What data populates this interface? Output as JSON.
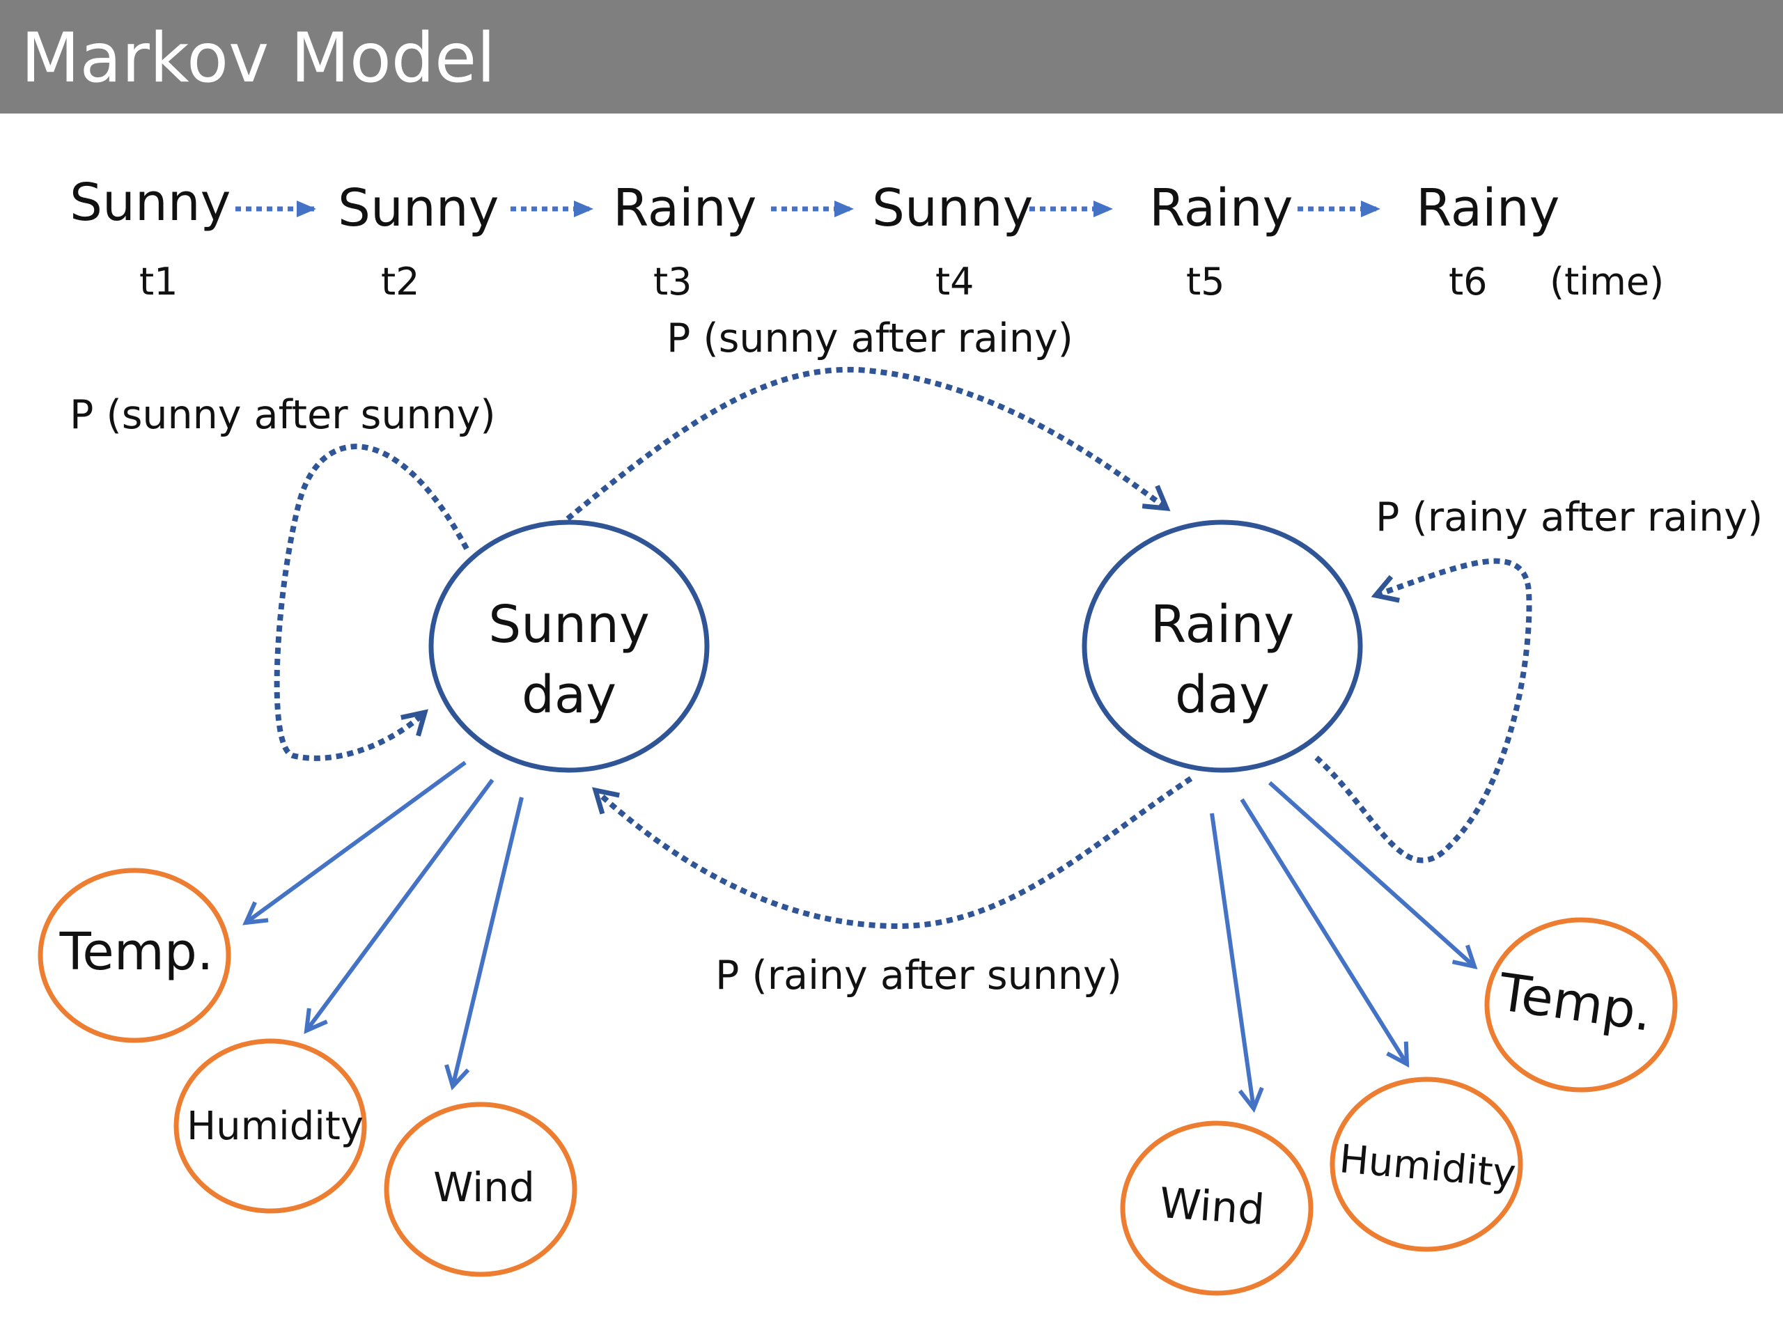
{
  "title": "Markov Model",
  "sequence": {
    "states": [
      "Sunny",
      "Sunny",
      "Rainy",
      "Sunny",
      "Rainy",
      "Rainy"
    ],
    "times": [
      "t1",
      "t2",
      "t3",
      "t4",
      "t5",
      "t6"
    ],
    "time_label": "(time)"
  },
  "states": {
    "sunny": {
      "line1": "Sunny",
      "line2": "day"
    },
    "rainy": {
      "line1": "Rainy",
      "line2": "day"
    }
  },
  "transitions": {
    "sunny_after_sunny": "P (sunny after sunny)",
    "sunny_after_rainy": "P (sunny after rainy)",
    "rainy_after_rainy": "P (rainy after rainy)",
    "rainy_after_sunny": "P (rainy after sunny)"
  },
  "observations": {
    "temp": "Temp.",
    "humidity": "Humidity",
    "wind": "Wind"
  },
  "colors": {
    "header": "#7f7f7f",
    "state_outline": "#2f5597",
    "observation_outline": "#ed7d31",
    "arrow": "#4472c4",
    "transition": "#2f5597"
  }
}
